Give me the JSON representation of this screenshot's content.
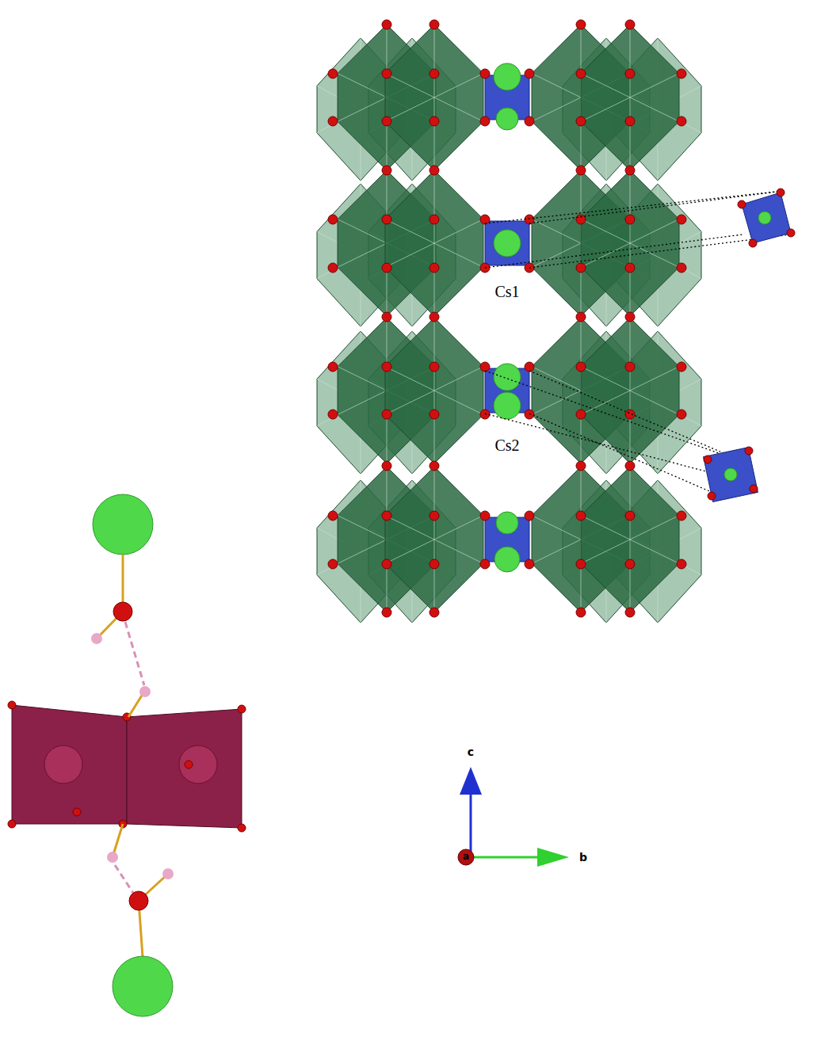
{
  "diagram": {
    "labels": [
      "Cs1",
      "Cs2",
      "c",
      "a",
      "b"
    ]
  }
}
